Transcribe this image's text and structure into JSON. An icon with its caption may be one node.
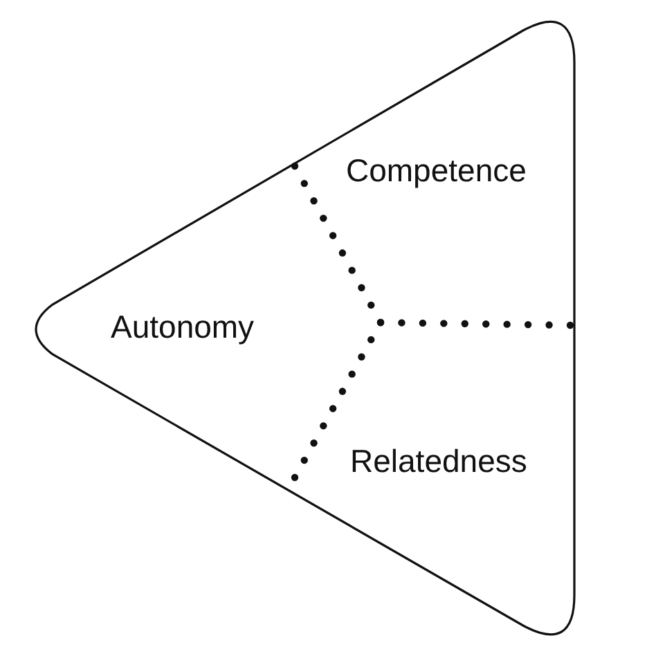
{
  "diagram": {
    "nodes": [
      {
        "text": [
          "Autonomy",
          "Competence",
          "Relatedness"
        ]
      }
    ]
  }
}
